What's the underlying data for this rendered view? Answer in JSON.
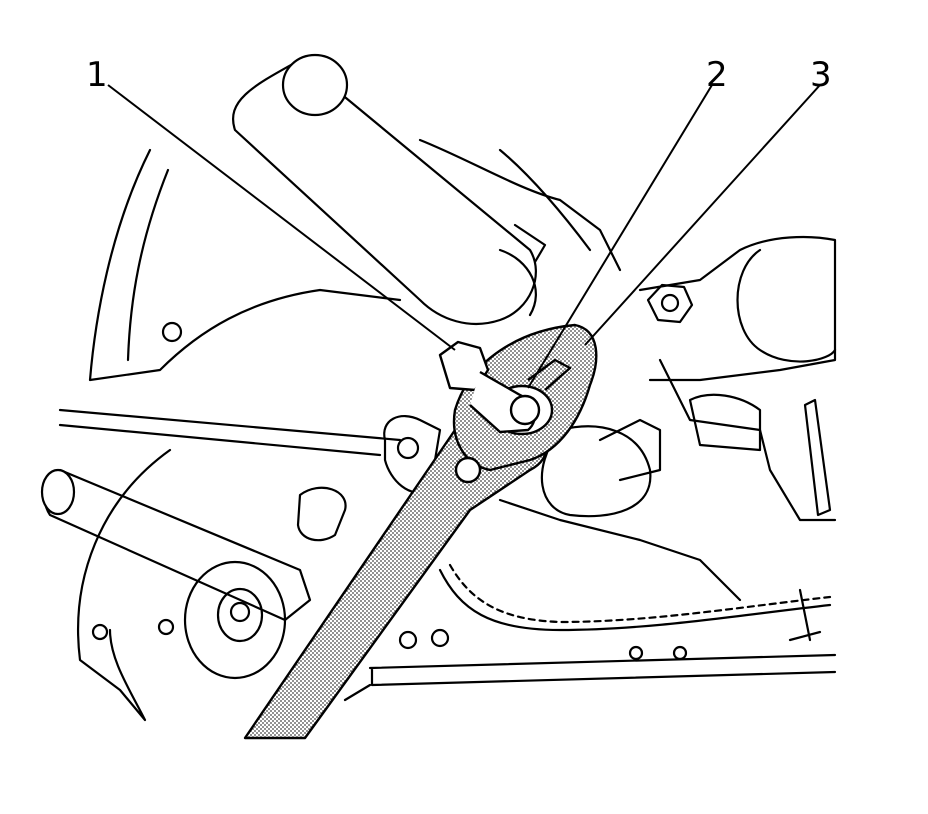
{
  "callouts": [
    {
      "id": "1",
      "label": "1"
    },
    {
      "id": "2",
      "label": "2"
    },
    {
      "id": "3",
      "label": "3"
    }
  ],
  "colors": {
    "line": "#000000",
    "background": "#ffffff",
    "wrench_fill": "#d6d6d6"
  }
}
